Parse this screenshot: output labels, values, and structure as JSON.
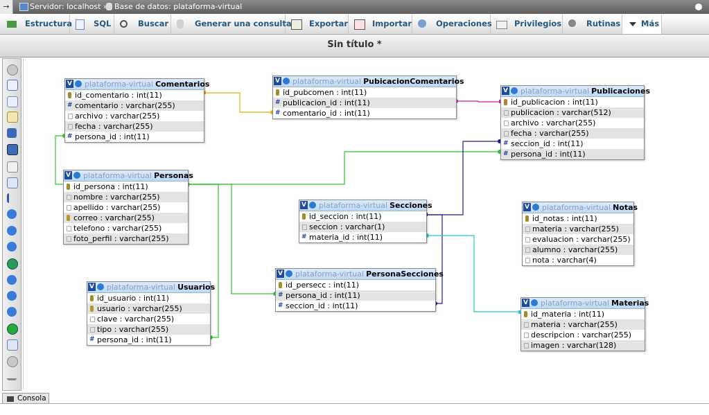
{
  "breadcrumb": {
    "back": "→",
    "server": "Servidor: localhost »",
    "database": "Base de datos: plataforma-virtual"
  },
  "tabs": [
    {
      "label": "Estructura",
      "icon": "structure-icon"
    },
    {
      "label": "SQL",
      "icon": "sql-icon"
    },
    {
      "label": "Buscar",
      "icon": "search-icon"
    },
    {
      "label": "Generar una consulta",
      "icon": "query-icon"
    },
    {
      "label": "Exportar",
      "icon": "export-icon"
    },
    {
      "label": "Importar",
      "icon": "import-icon"
    },
    {
      "label": "Operaciones",
      "icon": "operations-icon"
    },
    {
      "label": "Privilegios",
      "icon": "privileges-icon"
    },
    {
      "label": "Rutinas",
      "icon": "routines-icon"
    },
    {
      "label": "Más",
      "icon": "more-icon"
    }
  ],
  "designer": {
    "title": "Sin título *",
    "console": "Consola"
  },
  "tables": [
    {
      "id": "comentarios",
      "db": "plataforma-virtual",
      "name": "Comentarios",
      "columns": [
        "id_comentario : int(11)",
        "comentario : varchar(255)",
        "archivo : varchar(255)",
        "fecha : varchar(255)",
        "persona_id : int(11)"
      ]
    },
    {
      "id": "pubcom",
      "db": "plataforma-virtual",
      "name": "PubicacionComentarios",
      "columns": [
        "id_pubcomen : int(11)",
        "publicacion_id : int(11)",
        "comentario_id : int(11)"
      ]
    },
    {
      "id": "publicaciones",
      "db": "plataforma-virtual",
      "name": "Publicaciones",
      "columns": [
        "id_publicacion : int(11)",
        "publicacion : varchar(512)",
        "archivo : varchar(255)",
        "fecha : varchar(255)",
        "seccion_id : int(11)",
        "persona_id : int(11)"
      ]
    },
    {
      "id": "personas",
      "db": "plataforma-virtual",
      "name": "Personas",
      "columns": [
        "id_persona : int(11)",
        "nombre : varchar(255)",
        "apellido : varchar(255)",
        "correo : varchar(255)",
        "telefono : varchar(255)",
        "foto_perfil : varchar(255)"
      ]
    },
    {
      "id": "secciones",
      "db": "plataforma-virtual",
      "name": "Secciones",
      "columns": [
        "id_seccion : int(11)",
        "seccion : varchar(1)",
        "materia_id : int(11)"
      ]
    },
    {
      "id": "notas",
      "db": "plataforma-virtual",
      "name": "Notas",
      "columns": [
        "id_notas : int(11)",
        "materia : varchar(255)",
        "evaluacion : varchar(255)",
        "alumno : varchar(255)",
        "nota : varchar(4)"
      ]
    },
    {
      "id": "usuarios",
      "db": "plataforma-virtual",
      "name": "Usuarios",
      "columns": [
        "id_usuario : int(11)",
        "usuario : varchar(255)",
        "clave : varchar(255)",
        "tipo : varchar(255)",
        "persona_id : int(11)"
      ]
    },
    {
      "id": "personasecciones",
      "db": "plataforma-virtual",
      "name": "PersonaSecciones",
      "columns": [
        "id_persecc : int(11)",
        "persona_id : int(11)",
        "seccion_id : int(11)"
      ]
    },
    {
      "id": "materias",
      "db": "plataforma-virtual",
      "name": "Materias",
      "columns": [
        "id_materia : int(11)",
        "materia : varchar(255)",
        "descripcion : varchar(255)",
        "imagen : varchar(128)"
      ]
    }
  ],
  "relation_colors": {
    "yellow": "#d4b400",
    "magenta": "#c020b0",
    "green": "#2ec22e",
    "navy": "#1a1aa0",
    "cyan": "#20c8c8"
  },
  "toolbar_icons": [
    "toggle-icon",
    "fullscreen-icon",
    "add-table-icon",
    "edit-icon",
    "save-icon",
    "save-as-icon",
    "delete-page-icon",
    "page-list-icon",
    "relation-icon",
    "info-icon",
    "reload-icon",
    "help-icon",
    "angular-links-icon",
    "grid-icon",
    "small-big-icon",
    "toggle-all-icon",
    "move-menu-icon",
    "export-schema-icon",
    "pin-text-icon",
    "anchor-icon"
  ]
}
